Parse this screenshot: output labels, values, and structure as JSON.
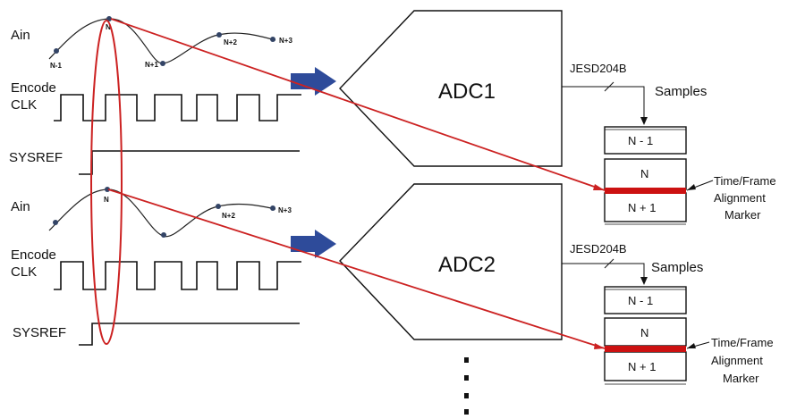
{
  "colors": {
    "alignment_line": "#cc2222",
    "arrow_fill": "#2e4b9a",
    "marker_band": "#cc1111",
    "sample_dot": "#334466"
  },
  "channel1": {
    "ain_label": "Ain",
    "encode_label_line1": "Encode",
    "encode_label_line2": "CLK",
    "sysref_label": "SYSREF",
    "sample_labels": [
      "N-1",
      "N",
      "N+1",
      "N+2",
      "N+3"
    ],
    "adc_label": "ADC1",
    "jesd_label": "JESD204B",
    "samples_label": "Samples",
    "cells": [
      "N - 1",
      "N",
      "N + 1"
    ],
    "marker_label_lines": [
      "Time/Frame",
      "Alignment",
      "Marker"
    ]
  },
  "channel2": {
    "ain_label": "Ain",
    "encode_label_line1": "Encode",
    "encode_label_line2": "CLK",
    "sysref_label": "SYSREF",
    "sample_labels": [
      "N",
      "N+2",
      "N+3"
    ],
    "adc_label": "ADC2",
    "jesd_label": "JESD204B",
    "samples_label": "Samples",
    "cells": [
      "N - 1",
      "N",
      "N + 1"
    ],
    "marker_label_lines": [
      "Time/Frame",
      "Alignment",
      "Marker"
    ]
  }
}
